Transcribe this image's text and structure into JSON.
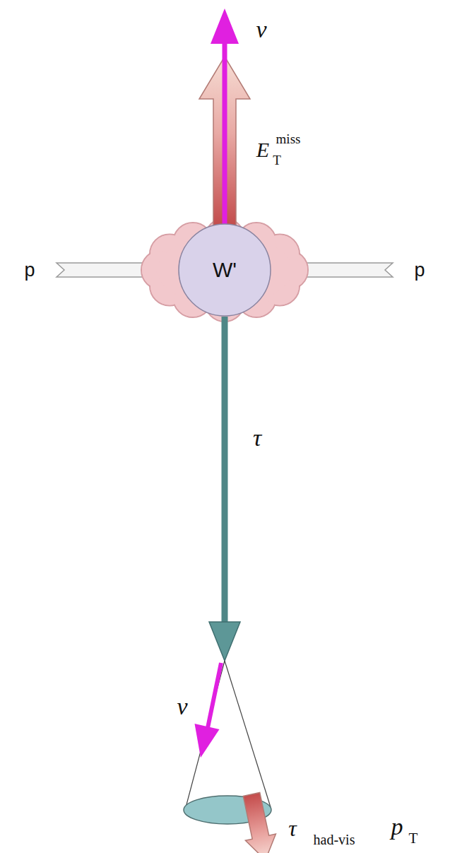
{
  "diagram": {
    "nodes": [
      {
        "text": [
          "W'"
        ]
      }
    ],
    "labels": [
      "ν",
      "E",
      "T",
      "miss",
      "p",
      "p",
      "τ",
      "ν",
      "τ",
      "had-vis",
      "p",
      "T"
    ]
  }
}
